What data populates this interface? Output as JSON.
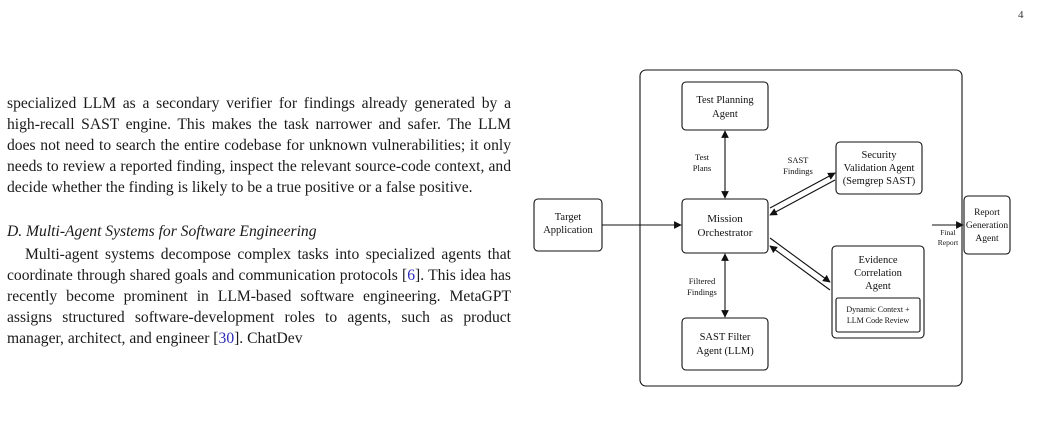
{
  "page_number": "4",
  "text": {
    "para1_cont": "specialized LLM as a secondary verifier for findings already generated by a high-recall SAST engine. This makes the task narrower and safer. The LLM does not need to search the entire codebase for unknown vulnerabilities; it only needs to review a reported finding, inspect the relevant source-code context, and decide whether the finding is likely to be a true positive or a false positive.",
    "section_heading": "D.  Multi-Agent Systems for Software Engineering",
    "para2": {
      "part1": "Multi-agent systems decompose complex tasks into specialized agents that coordinate through shared goals and communication protocols [",
      "cite1": "6",
      "part2": "]. This idea has recently become prominent in LLM-based software engineering. MetaGPT assigns structured software-development roles to agents, such as product manager, architect, and engineer [",
      "cite2": "30",
      "part3": "]. ChatDev"
    }
  },
  "figure": {
    "nodes": {
      "target_app": [
        "Target",
        "Application"
      ],
      "test_planning": [
        "Test Planning",
        "Agent"
      ],
      "mission": [
        "Mission",
        "Orchestrator"
      ],
      "security_validation": [
        "Security",
        "Validation Agent",
        "(Semgrep SAST)"
      ],
      "evidence": [
        "Evidence",
        "Correlation",
        "Agent"
      ],
      "evidence_sub": [
        "Dynamic Context +",
        "LLM Code Review"
      ],
      "sast_filter": [
        "SAST Filter",
        "Agent (LLM)"
      ],
      "report": [
        "Report",
        "Generation",
        "Agent"
      ]
    },
    "edge_labels": {
      "test_plans": [
        "Test",
        "Plans"
      ],
      "sast_findings": [
        "SAST",
        "Findings"
      ],
      "filtered_findings": [
        "Filtered",
        "Findings"
      ],
      "final_report": [
        "Final",
        "Report"
      ]
    }
  }
}
